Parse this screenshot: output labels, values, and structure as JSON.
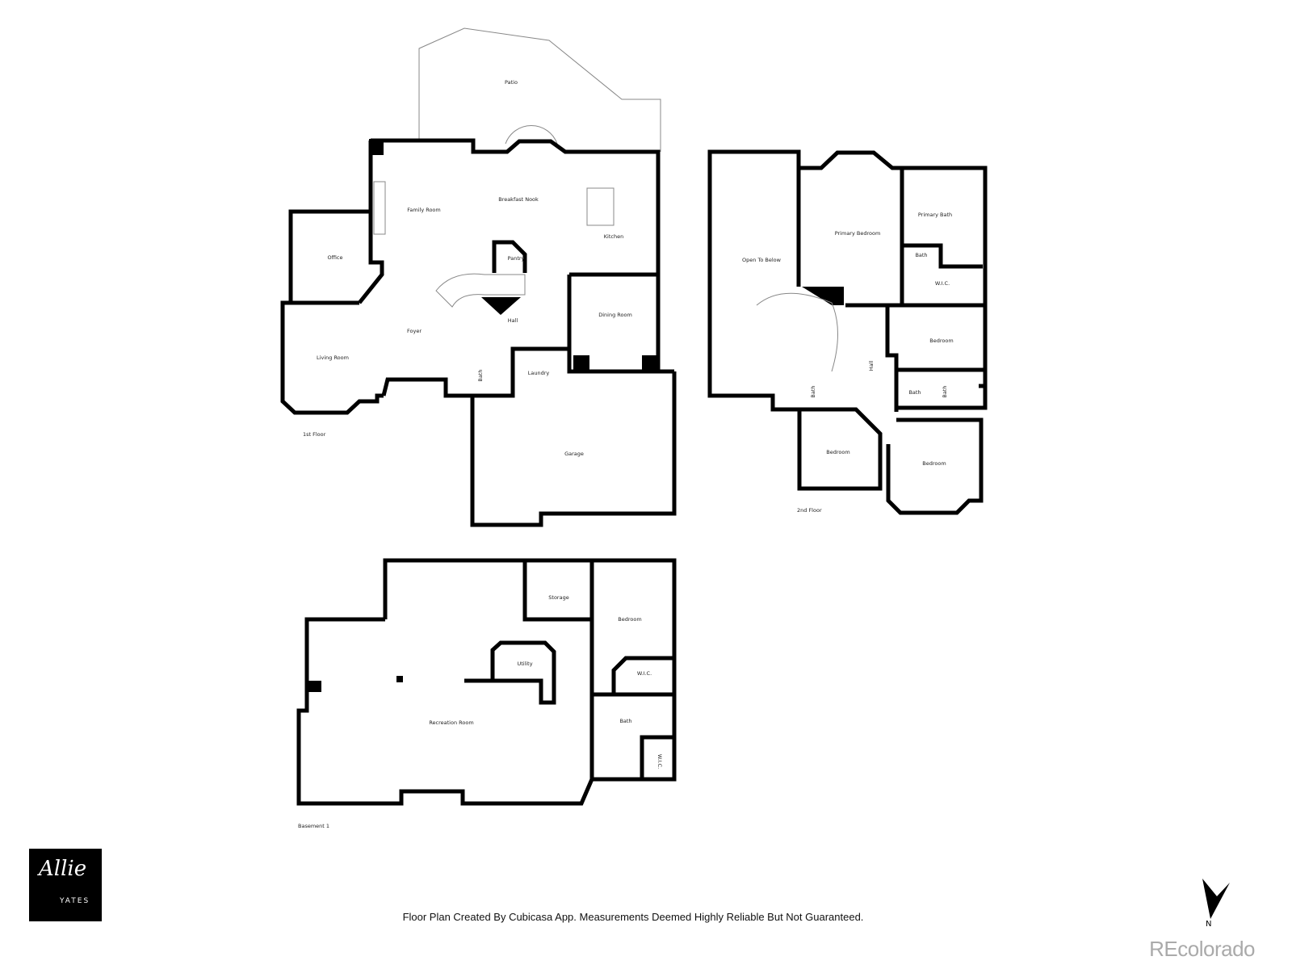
{
  "first_floor": {
    "label": "1st Floor",
    "rooms": [
      "Patio",
      "Family Room",
      "Breakfast Nook",
      "Kitchen",
      "Office",
      "Pantry",
      "Dining Room",
      "Foyer",
      "Hall",
      "Living Room",
      "Bath",
      "Laundry",
      "Garage"
    ]
  },
  "second_floor": {
    "label": "2nd Floor",
    "rooms": [
      "Open To Below",
      "Primary Bedroom",
      "Primary Bath",
      "Bath",
      "W.I.C.",
      "Bedroom",
      "Hall",
      "Bath",
      "Bath",
      "Bath",
      "Bedroom",
      "Bedroom"
    ]
  },
  "basement": {
    "label": "Basement 1",
    "rooms": [
      "Storage",
      "Bedroom",
      "Utility",
      "W.I.C.",
      "Recreation Room",
      "Bath",
      "W.I.C."
    ]
  },
  "footer": {
    "disclaimer": "Floor Plan Created By Cubicasa App. Measurements Deemed Highly Reliable But Not Guaranteed.",
    "logo_signature": "Allie",
    "logo_name": "YATES",
    "north_label": "N",
    "brand": "REcolorado"
  },
  "colors": {
    "wall": "#000000",
    "background": "#ffffff",
    "brand": "#aaaaaa"
  }
}
